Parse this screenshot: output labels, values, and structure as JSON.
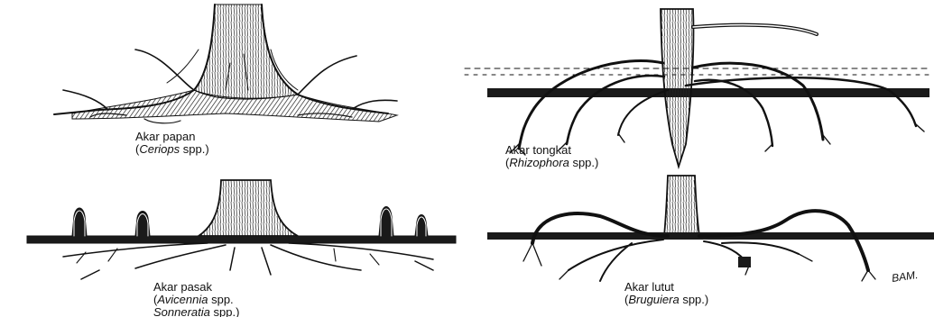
{
  "panels": [
    {
      "name": "Akar papan",
      "genus": "Ceriops",
      "suffix": " spp.)"
    },
    {
      "name": "Akar tongkat",
      "genus": "Rhizophora",
      "suffix": "  spp.)"
    },
    {
      "name": "Akar pasak",
      "genus": "Avicennia",
      "suffix": " spp.",
      "genus2": "Sonneratia",
      "suffix2": " spp.)"
    },
    {
      "name": "Akar lutut",
      "genus": "Bruguiera",
      "suffix": " spp.)"
    }
  ],
  "signature": "BAM.",
  "colors": {
    "ink": "#111111",
    "soil": "#1a1a1a",
    "paper": "#ffffff"
  }
}
